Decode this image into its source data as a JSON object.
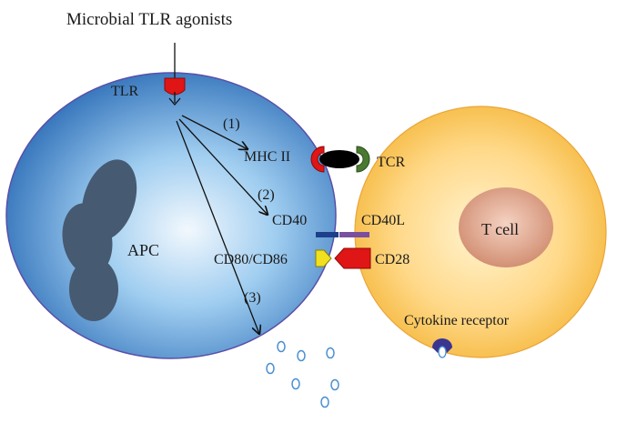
{
  "title": "Microbial TLR agonists",
  "cells": {
    "apc": {
      "label": "APC"
    },
    "tcell": {
      "label": "T cell"
    }
  },
  "molecules": {
    "tlr": "TLR",
    "mhc2": "MHC II",
    "tcr": "TCR",
    "cd40": "CD40",
    "cd40l": "CD40L",
    "cd80_86": "CD80/CD86",
    "cd28": "CD28",
    "cytokine_receptor": "Cytokine receptor"
  },
  "pathways": {
    "p1": "(1)",
    "p2": "(2)",
    "p3": "(3)"
  },
  "colors": {
    "apc_edge": "#2e6fb8",
    "apc_center": "#f2f8fd",
    "tcell_edge": "#f5b93f",
    "tcell_center": "#fff3cf",
    "nucleus_apc": "#465a72",
    "nucleus_tcell": "#d6957a",
    "tlr": "#e01515",
    "mhc2": "#e01515",
    "tcr": "#4a7a32",
    "cd40": "#1d3f8a",
    "cd40l": "#7a4fa0",
    "cd80_86": "#f0e020",
    "cd28": "#e01515",
    "cytokine": "#4a8fd0"
  }
}
